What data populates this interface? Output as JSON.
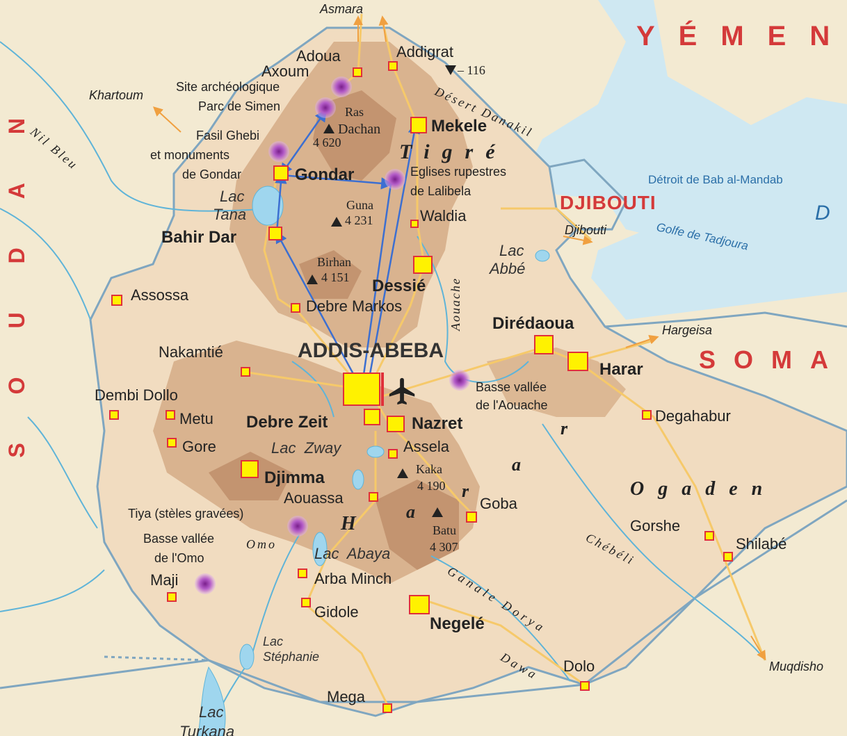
{
  "countries": {
    "yemen": "YÉMEN",
    "soudan": "SOUDAN",
    "somalie": "SOMA",
    "djibouti": "DJIBOUTI"
  },
  "capital": "ADDIS-ABEBA",
  "cities": {
    "asmara": "Asmara",
    "adoua": "Adoua",
    "axoum": "Axoum",
    "addigrat": "Addigrat",
    "mekele": "Mekele",
    "gondar": "Gondar",
    "bahir_dar": "Bahir Dar",
    "waldia": "Waldia",
    "dessie": "Dessié",
    "debre_markos": "Debre Markos",
    "assossa": "Assossa",
    "nakamtie": "Nakamtié",
    "dembi_dollo": "Dembi Dollo",
    "metu": "Metu",
    "gore": "Gore",
    "djimma": "Djimma",
    "debre_zeit": "Debre Zeit",
    "nazret": "Nazret",
    "assela": "Assela",
    "diredaoua": "Dirédaoua",
    "harar": "Harar",
    "degahabur": "Degahabur",
    "gorshe": "Gorshe",
    "shilabe": "Shilabé",
    "aouassa": "Aouassa",
    "goba": "Goba",
    "arba_minch": "Arba Minch",
    "gidole": "Gidole",
    "negele": "Negelé",
    "maji": "Maji",
    "dolo": "Dolo",
    "mega": "Mega",
    "khartoum": "Khartoum",
    "djibouti_city": "Djibouti",
    "hargeisa": "Hargeisa",
    "muqdisho": "Muqdisho"
  },
  "sites": {
    "axoum_site": "Site archéologique",
    "simen": "Parc de Simen",
    "gondar_1": "Fasil Ghebi",
    "gondar_2": "et monuments",
    "gondar_3": "de Gondar",
    "lalibela_1": "Eglises rupestres",
    "lalibela_2": "de Lalibela",
    "aouache_1": "Basse vallée",
    "aouache_2": "de l'Aouache",
    "tiya": "Tiya (stèles gravées)",
    "omo_1": "Basse vallée",
    "omo_2": "de l'Omo"
  },
  "peaks": {
    "ras_dachan_1": "Ras",
    "ras_dachan_2": "Dachan",
    "ras_dachan_3": "4 620",
    "guna_1": "Guna",
    "guna_2": "4 231",
    "birhan_1": "Birhan",
    "birhan_2": "4 151",
    "kaka_1": "Kaka",
    "kaka_2": "4 190",
    "batu_1": "Batu",
    "batu_2": "4 307",
    "depression": "– 116"
  },
  "lakes": {
    "tana_1": "Lac",
    "tana_2": "Tana",
    "abbe_1": "Lac",
    "abbe_2": "Abbé",
    "zway": "Lac  Zway",
    "abaya": "Lac  Abaya",
    "stephanie_1": "Lac",
    "stephanie_2": "Stéphanie",
    "turkana_1": "Lac",
    "turkana_2": "Turkana"
  },
  "rivers": {
    "nil_bleu": "Nil Bleu",
    "omo": "Omo",
    "aouache": "Aouache",
    "chebeli": "Chébéli",
    "ganale_dorya": "Ganale Dorya",
    "dawa": "Dawa"
  },
  "water": {
    "bab_al_mandab": "Détroit de Bab al-Mandab",
    "tadjoura": "Golfe de Tadjoura",
    "d": "D"
  },
  "regions": {
    "tigre": "Tigré",
    "ogaden": "Ogaden",
    "danakil": "Désert Danakil",
    "harar_r": "r",
    "harar_a": "a",
    "harar_r2": "r",
    "harar_a2": "a",
    "harar_h": "H"
  },
  "colors": {
    "sea": "#cfe8f2",
    "land": "#f3ead2",
    "ethiopia": "#f1dcc0",
    "highland": "#d9b38f",
    "highland_dark": "#c39470",
    "border": "#7fa6c0",
    "country_label": "#d43a3a",
    "city_fill": "#fff200",
    "city_border": "#e0303a",
    "route": "#3c6fd1",
    "road": "#f6c96a",
    "river": "#5fb4d8"
  },
  "icons": {
    "airport": "airplane-icon",
    "peak": "mountain-peak-icon",
    "depression": "depression-triangle-icon",
    "world_heritage": "heritage-site-dot-icon"
  }
}
